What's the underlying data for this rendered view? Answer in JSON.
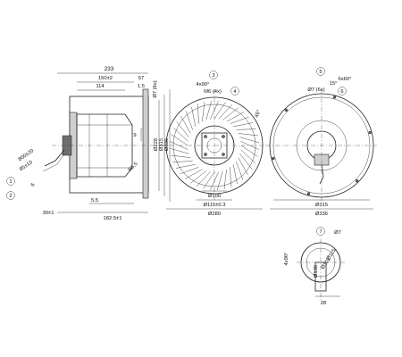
{
  "side_view": {
    "dims": {
      "overall_width": "233",
      "inlet_width": "150±2",
      "hub_width": "114",
      "right_offset": "57",
      "plate_gap": "1.5",
      "hole_spec": "Ø7 (6x)",
      "height_9": "9",
      "dia_228": "Ø228",
      "dia_315": "Ø315",
      "dia_336": "Ø336",
      "radius_r": "R5.5",
      "cable_800": "800±20",
      "cable_85": "85±10",
      "cable_6": "6",
      "bottom_5_5": "5.5",
      "bottom_30": "30±1",
      "bottom_182_5": "182.5±1"
    },
    "callouts": {
      "one": "1",
      "two": "2"
    }
  },
  "front_view": {
    "dims": {
      "angle_4x90": "4x90°",
      "thread_m6": "M6 (4x)",
      "angle_45": "45°",
      "dia_100": "Ø100",
      "dia_115": "Ø115±0.3",
      "dia_280": "Ø280"
    },
    "callouts": {
      "three": "3",
      "four": "4"
    }
  },
  "rear_view": {
    "dims": {
      "hole_spec": "Ø7 (6x)",
      "angle_15": "15°",
      "angle_6x60": "6x60°",
      "dia_315": "Ø315",
      "dia_336": "Ø336"
    },
    "callouts": {
      "five": "5",
      "six": "6"
    }
  },
  "detail_view": {
    "dims": {
      "angle_4x90": "4x90°",
      "dia_7": "Ø7",
      "dia_115": "Ø115",
      "dia_102": "Ø102",
      "dia_136": "Ø136",
      "width_28": "28"
    },
    "callouts": {
      "seven": "7"
    }
  }
}
